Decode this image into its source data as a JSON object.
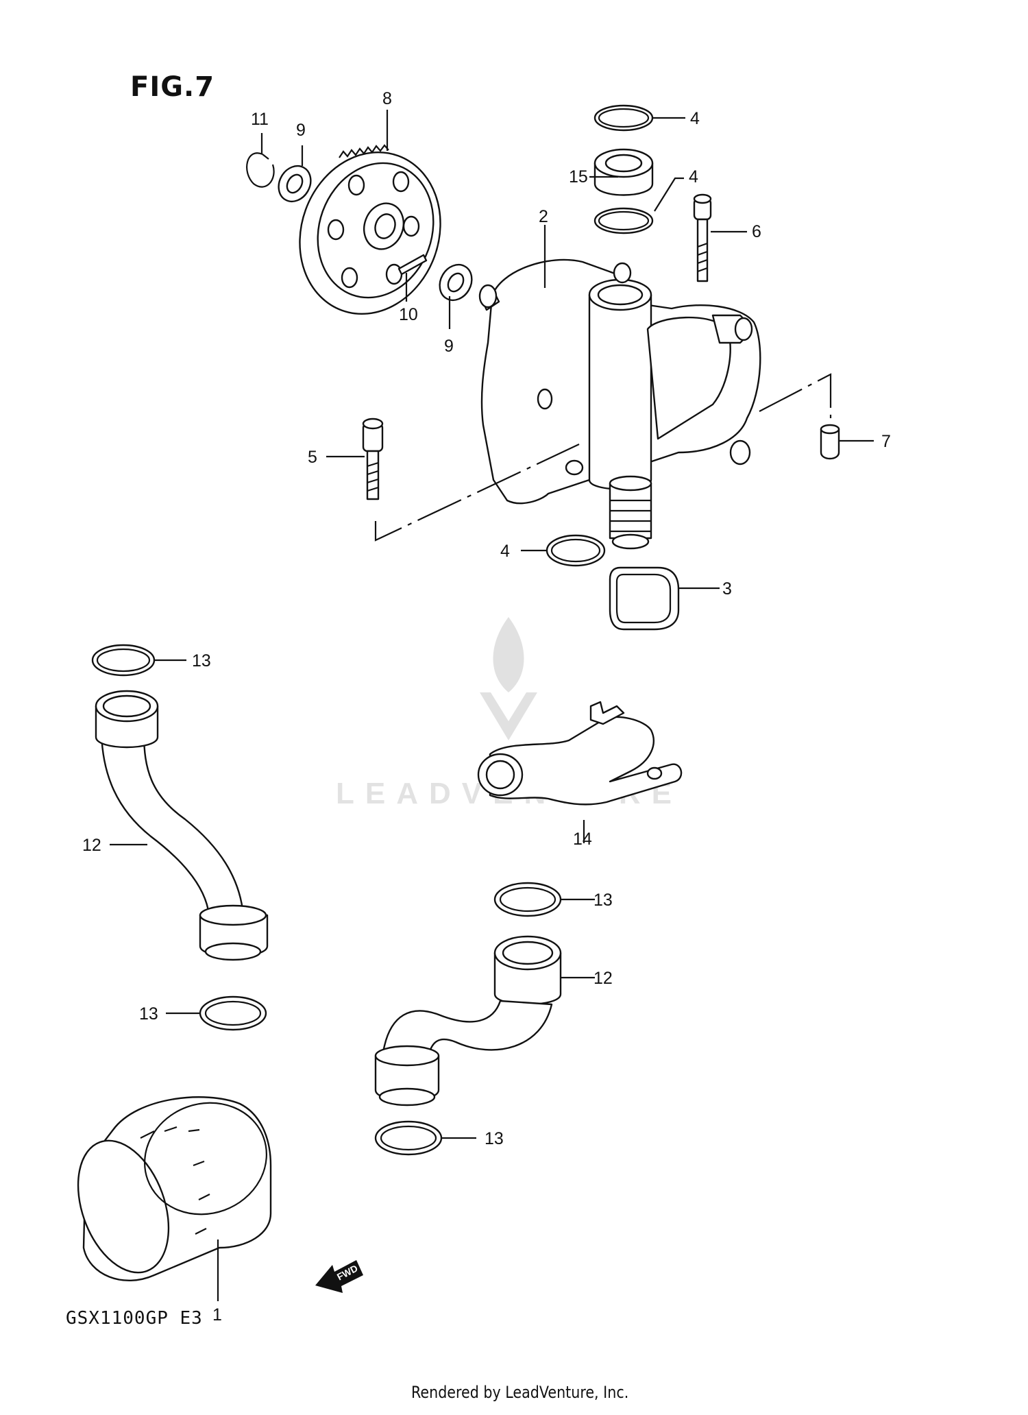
{
  "figure": {
    "title": "FIG.7",
    "model_code": "GSX1100GP  E3"
  },
  "footer": {
    "rendered_by": "Rendered by LeadVenture, Inc."
  },
  "watermark": {
    "text": "LEADVENTURE"
  },
  "fwd_marker": {
    "label": "FWD"
  },
  "callouts": {
    "c11": "11",
    "c9a": "9",
    "c8": "8",
    "c4a": "4",
    "c15": "15",
    "c4b": "4",
    "c6": "6",
    "c2": "2",
    "c10": "10",
    "c9b": "9",
    "c7": "7",
    "c5": "5",
    "c4c": "4",
    "c3": "3",
    "c13a": "13",
    "c12a": "12",
    "c14": "14",
    "c13b": "13",
    "c12b": "12",
    "c13c": "13",
    "c13d": "13",
    "c1": "1"
  }
}
